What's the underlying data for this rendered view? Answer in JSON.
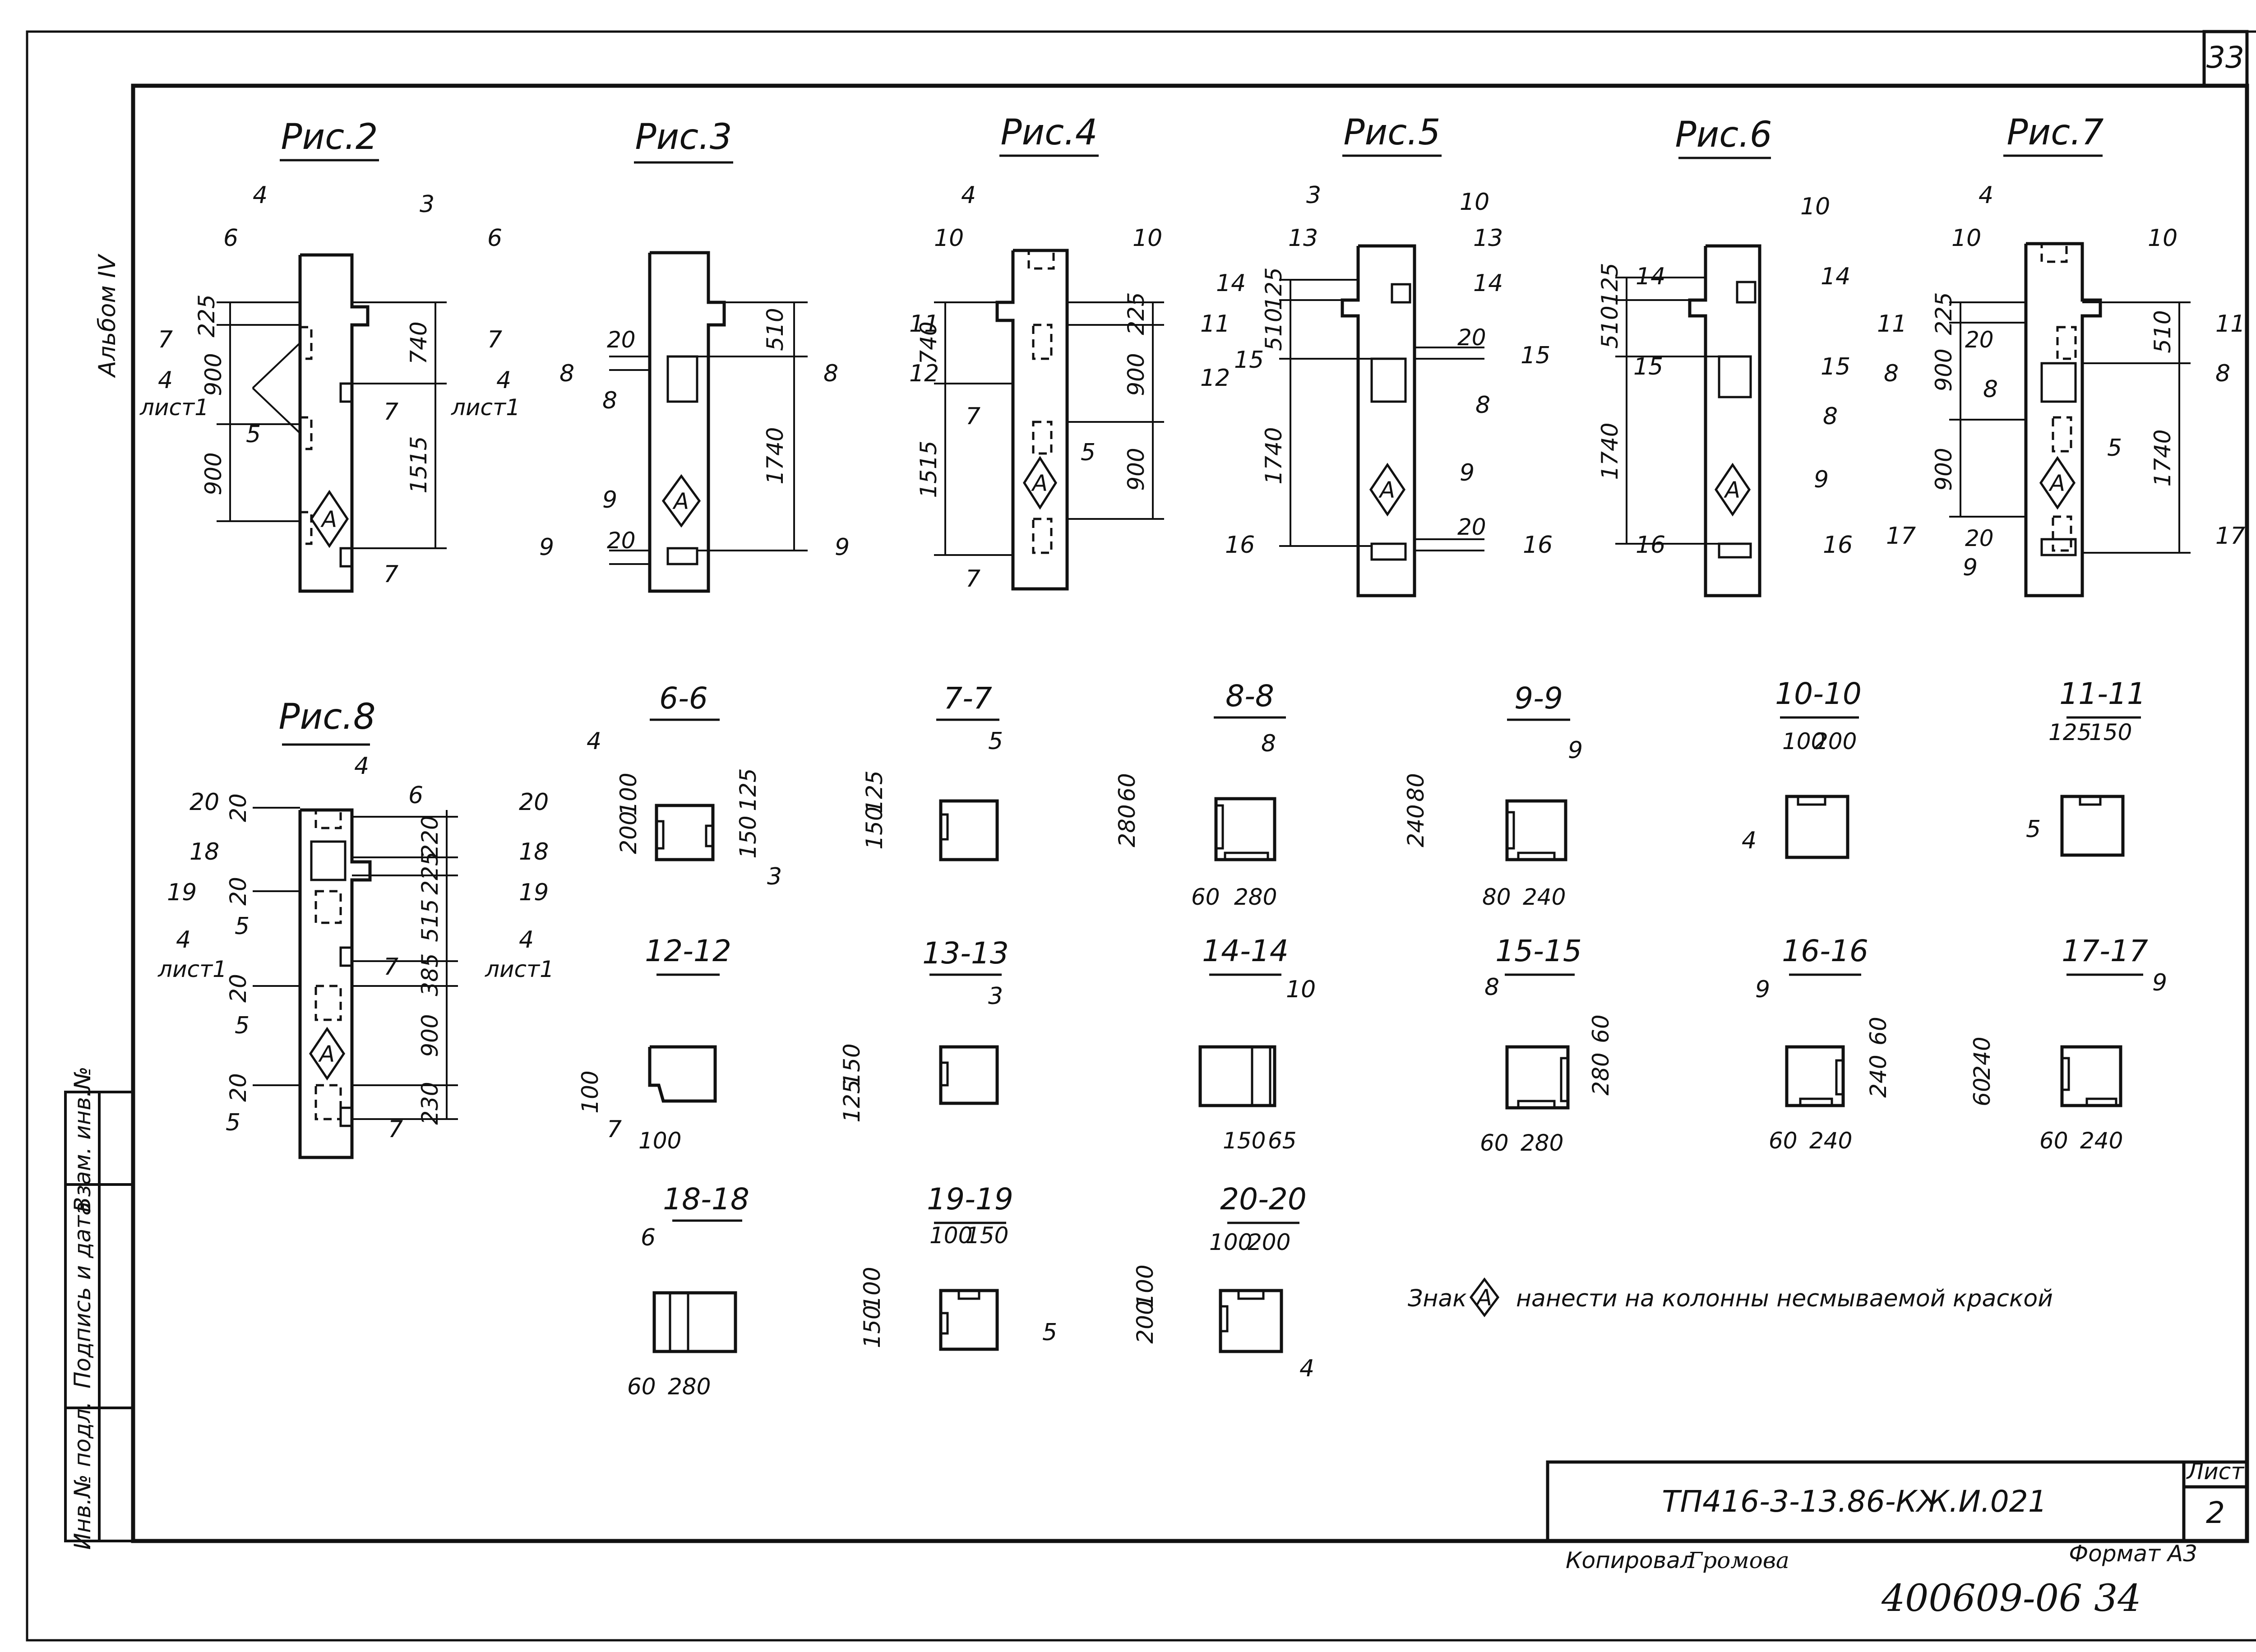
{
  "sheet": {
    "page_number": "33",
    "album": "Альбом IV",
    "designation": "ТП416-3-13.86-КЖ.И.021",
    "sheet_label": "Лист",
    "sheet_number": "2",
    "copied_by_label": "Копировал",
    "copied_by_name": "Громова",
    "format": "Формат А3",
    "archive_number": "400609-06 34",
    "side_stamp": [
      "Инв.№ подл.",
      "Подпись и дата",
      "Взам. инв.№"
    ]
  },
  "note": {
    "text_before": "Знак",
    "marker": "А",
    "text_after": "нанести на колонны несмываемой краской"
  },
  "figures": [
    {
      "title": "Рис.2",
      "dims": [
        "225",
        "900",
        "900",
        "740",
        "1515"
      ],
      "items": [
        "3",
        "4",
        "5",
        "7",
        "7"
      ],
      "sections": [
        "6",
        "6",
        "7",
        "7",
        "4",
        "лист1",
        "4",
        "лист1"
      ]
    },
    {
      "title": "Рис.3",
      "dims": [
        "510",
        "1740",
        "20",
        "20"
      ],
      "items": [
        "8",
        "9"
      ],
      "sections": [
        "8",
        "8",
        "9",
        "9"
      ]
    },
    {
      "title": "Рис.4",
      "dims": [
        "740",
        "1515",
        "225",
        "900",
        "900"
      ],
      "items": [
        "4",
        "5",
        "7",
        "7"
      ],
      "sections": [
        "10",
        "10",
        "11",
        "11",
        "12",
        "12"
      ]
    },
    {
      "title": "Рис.5",
      "dims": [
        "125",
        "510",
        "1740",
        "20",
        "20"
      ],
      "items": [
        "3",
        "8",
        "9",
        "10"
      ],
      "sections": [
        "13",
        "13",
        "14",
        "14",
        "15",
        "15",
        "16",
        "16"
      ]
    },
    {
      "title": "Рис.6",
      "dims": [
        "125",
        "510",
        "1740"
      ],
      "items": [
        "8",
        "9",
        "10"
      ],
      "sections": [
        "14",
        "14",
        "15",
        "15",
        "16",
        "16"
      ]
    },
    {
      "title": "Рис.7",
      "dims": [
        "225",
        "900",
        "900",
        "20",
        "20",
        "510",
        "1740"
      ],
      "items": [
        "4",
        "5",
        "8",
        "9"
      ],
      "sections": [
        "10",
        "10",
        "11",
        "11",
        "8",
        "8",
        "17",
        "17"
      ]
    },
    {
      "title": "Рис.8",
      "dims": [
        "20",
        "20",
        "20",
        "20",
        "220",
        "225",
        "515",
        "385",
        "900",
        "230"
      ],
      "items": [
        "4",
        "5",
        "5",
        "5",
        "6",
        "7",
        "7"
      ],
      "sections": [
        "20",
        "20",
        "18",
        "18",
        "19",
        "19",
        "4",
        "лист1",
        "4",
        "лист1"
      ]
    }
  ],
  "sections": [
    {
      "title": "6-6",
      "dims": [
        "200",
        "100",
        "125",
        "150"
      ],
      "items": [
        "3",
        "4"
      ]
    },
    {
      "title": "7-7",
      "dims": [
        "150",
        "125"
      ],
      "items": [
        "5"
      ]
    },
    {
      "title": "8-8",
      "dims": [
        "280",
        "60",
        "60",
        "280"
      ],
      "items": [
        "8"
      ]
    },
    {
      "title": "9-9",
      "dims": [
        "240",
        "80",
        "80",
        "240"
      ],
      "items": [
        "9"
      ]
    },
    {
      "title": "10-10",
      "dims": [
        "100",
        "200"
      ],
      "items": [
        "4"
      ]
    },
    {
      "title": "11-11",
      "dims": [
        "125",
        "150"
      ],
      "items": [
        "5"
      ]
    },
    {
      "title": "12-12",
      "dims": [
        "100",
        "100"
      ],
      "items": [
        "7"
      ]
    },
    {
      "title": "13-13",
      "dims": [
        "125",
        "150"
      ],
      "items": [
        "3"
      ]
    },
    {
      "title": "14-14",
      "dims": [
        "150",
        "65"
      ],
      "items": [
        "10"
      ]
    },
    {
      "title": "15-15",
      "dims": [
        "60",
        "280",
        "60",
        "280"
      ],
      "items": [
        "8"
      ]
    },
    {
      "title": "16-16",
      "dims": [
        "60",
        "240",
        "60",
        "240"
      ],
      "items": [
        "9"
      ]
    },
    {
      "title": "17-17",
      "dims": [
        "60",
        "240",
        "60",
        "240"
      ],
      "items": [
        "9"
      ]
    },
    {
      "title": "18-18",
      "dims": [
        "60",
        "280"
      ],
      "items": [
        "6"
      ]
    },
    {
      "title": "19-19",
      "dims": [
        "100",
        "150",
        "150",
        "100"
      ],
      "items": [
        "5"
      ]
    },
    {
      "title": "20-20",
      "dims": [
        "100",
        "200",
        "200",
        "100"
      ],
      "items": [
        "4"
      ]
    }
  ]
}
